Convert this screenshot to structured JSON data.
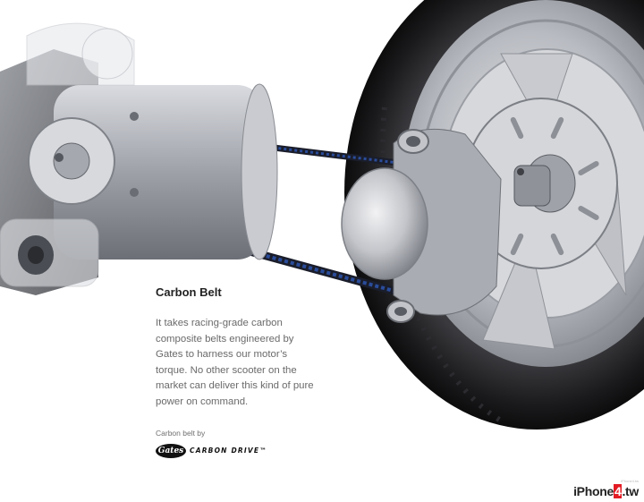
{
  "heading": "Carbon Belt",
  "body": "It takes racing-grade carbon\ncomposite belts engineered by\nGates to harness our motor’s\ntorque. No other scooter on the\nmarket can deliver this kind of pure\npower on command.",
  "credit_label": "Carbon belt by",
  "logo": {
    "brand": "Gates",
    "product": "CARBON DRIVE™"
  },
  "watermark": {
    "tagline": "iPhone4.tw",
    "prefix": "iPhone",
    "highlight": "4",
    "suffix": ".tw"
  },
  "colors": {
    "belt": "#2a4c9a",
    "tire": "#1b1b1d",
    "metal": "#b9bcc2",
    "background": "#ffffff"
  }
}
